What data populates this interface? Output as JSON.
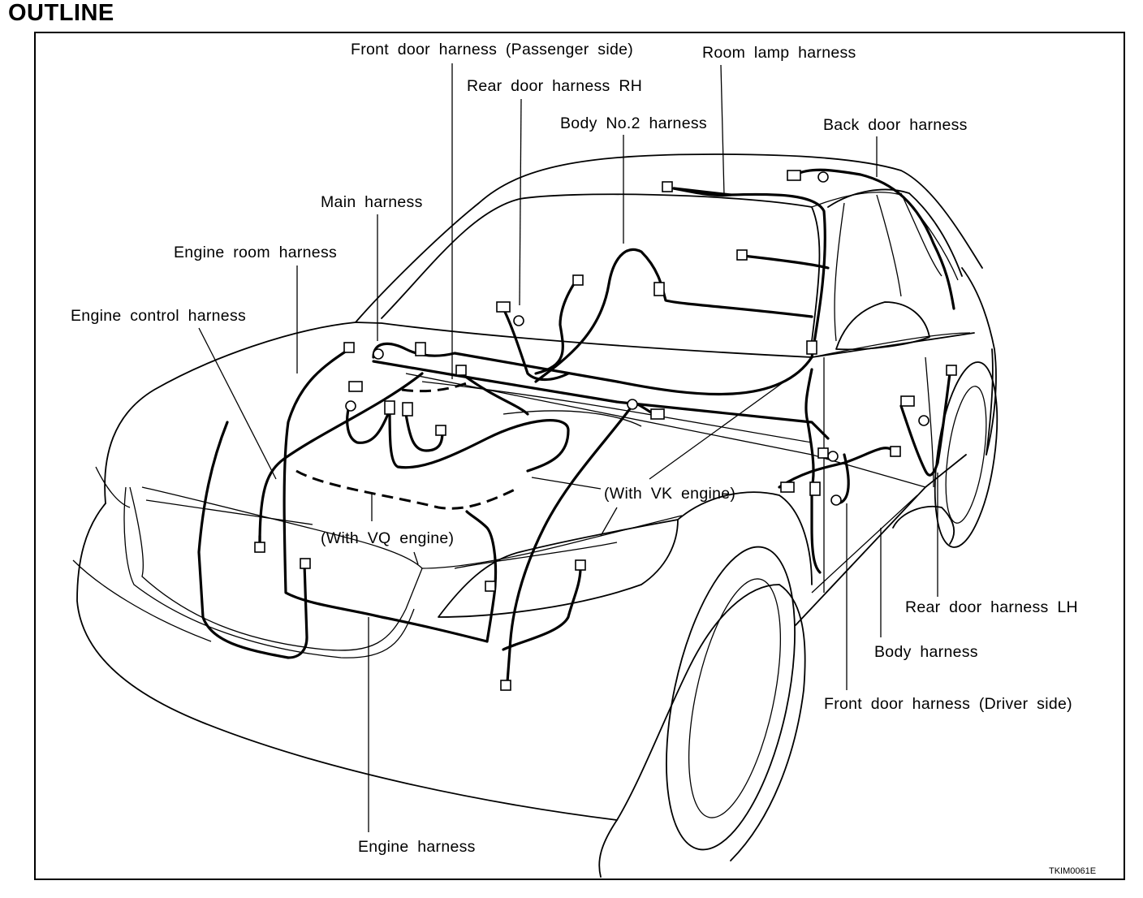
{
  "page": {
    "title": "OUTLINE"
  },
  "figure": {
    "code": "TKIM0061E",
    "labels": {
      "front_door_passenger": "Front door harness (Passenger side)",
      "room_lamp": "Room lamp harness",
      "rear_door_rh": "Rear door harness RH",
      "body_no2": "Body No.2 harness",
      "back_door": "Back door harness",
      "main": "Main harness",
      "engine_room": "Engine room harness",
      "engine_control": "Engine control harness",
      "with_vk": "(With VK engine)",
      "with_vq": "(With VQ engine)",
      "rear_door_lh": "Rear door harness LH",
      "body": "Body harness",
      "front_door_driver": "Front door harness (Driver side)",
      "engine": "Engine harness"
    }
  }
}
